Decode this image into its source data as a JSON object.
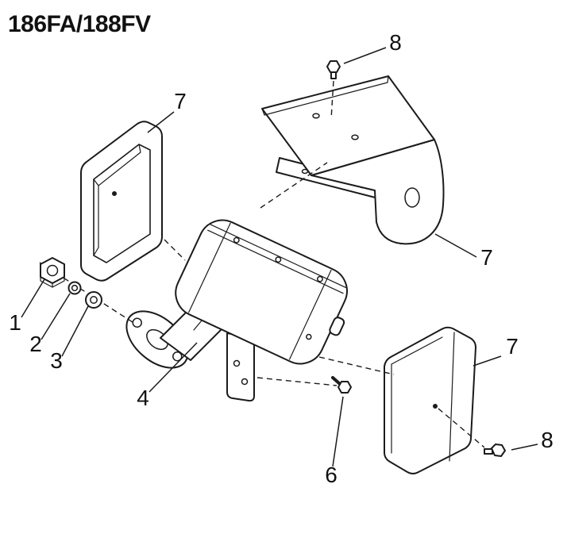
{
  "title": "186FA/188FV",
  "callouts": {
    "shield_left": "7",
    "bolt_top": "8",
    "shield_top": "7",
    "nut": "1",
    "lock_washer": "2",
    "flat_washer": "3",
    "muffler": "4",
    "bolt_bottom": "6",
    "shield_right": "7",
    "bolt_right": "8"
  }
}
